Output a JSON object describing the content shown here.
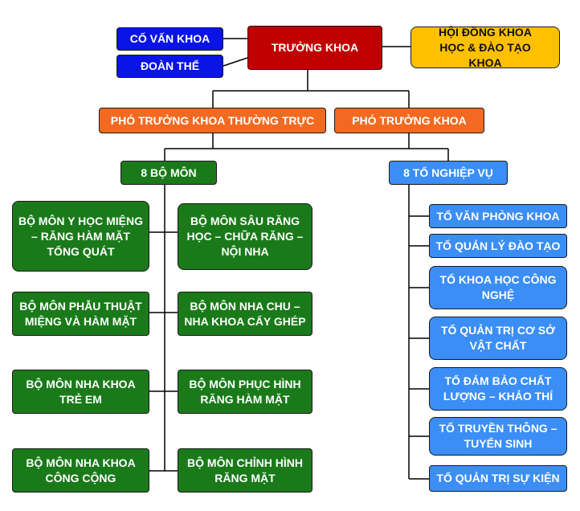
{
  "top": {
    "dean": "TRƯỞNG KHOA",
    "advisor": "CỐ VẤN KHOA",
    "unions": "ĐOÀN THỂ",
    "council": "HỘI ĐỒNG KHOA HỌC & ĐÀO TẠO KHOA"
  },
  "deputies": {
    "standing": "PHÓ TRƯỞNG KHOA THƯỜNG TRỰC",
    "deputy": "PHÓ TRƯỞNG KHOA"
  },
  "departments": {
    "header": "8 BỘ MÔN",
    "items": [
      "BỘ MÔN Y HỌC MIỆNG – RĂNG HÀM MẶT TỔNG QUÁT",
      "BỘ MÔN SÂU RĂNG HỌC – CHỮA RĂNG – NỘI NHA",
      "BỘ MÔN PHẪU THUẬT MIỆNG VÀ HÀM MẶT",
      "BỘ MÔN NHA CHU – NHA KHOA CẤY GHÉP",
      "BỘ MÔN NHA KHOA TRẺ EM",
      "BỘ MÔN PHỤC HÌNH RĂNG HÀM MẶT",
      "BỘ MÔN NHA KHOA CÔNG CỘNG",
      "BỘ MÔN CHỈNH HÌNH RĂNG MẶT"
    ]
  },
  "teams": {
    "header": "8 TỔ NGHIỆP VỤ",
    "items": [
      "TỔ VĂN PHÒNG KHOA",
      "TỔ QUẢN LÝ ĐÀO TẠO",
      "TỔ KHOA HỌC CÔNG NGHỆ",
      "TỔ QUẢN TRỊ CƠ SỞ VẬT CHẤT",
      "TỔ ĐẢM BẢO CHẤT LƯỢNG – KHẢO THÍ",
      "TỔ TRUYỀN THÔNG – TUYỂN SINH",
      "TỔ QUẢN TRỊ SỰ KIỆN"
    ]
  },
  "colors": {
    "dean": "#c00000",
    "advisory": "#0a14e6",
    "council": "#ffc000",
    "deputies": "#f26a21",
    "departments": "#1a7a1a",
    "teams": "#3a8ef6"
  }
}
